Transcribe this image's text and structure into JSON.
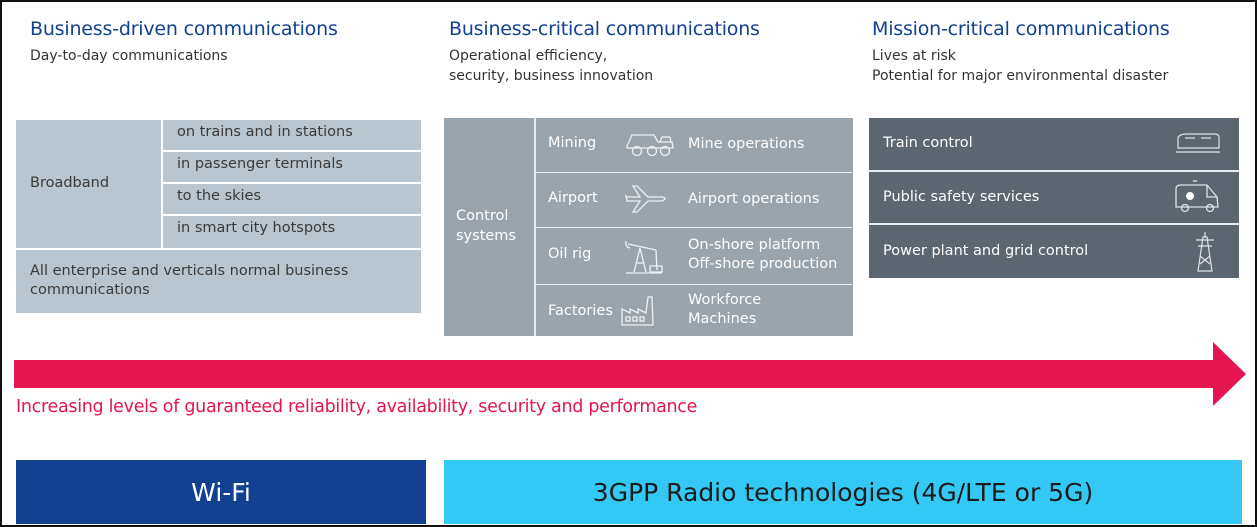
{
  "columns": [
    {
      "title": "Business-driven communications",
      "subtitle_lines": [
        "Day-to-day communications"
      ]
    },
    {
      "title": "Business-critical communications",
      "subtitle_lines": [
        "Operational efficiency,",
        "security, business innovation"
      ]
    },
    {
      "title": "Mission-critical communications",
      "subtitle_lines": [
        "Lives at risk",
        "Potential for major environmental disaster"
      ]
    }
  ],
  "business_driven": {
    "broadband_label": "Broadband",
    "broadband_items": [
      "on trains and in stations",
      "in passenger terminals",
      "to the skies",
      "in smart city hotspots"
    ],
    "enterprise_lines": [
      "All enterprise and verticals normal business",
      "communications"
    ]
  },
  "business_critical": {
    "control_lines": [
      "Control",
      "systems"
    ],
    "rows": [
      {
        "domain": "Mining",
        "icon": "mining-truck-icon",
        "operation_lines": [
          "Mine operations"
        ]
      },
      {
        "domain": "Airport",
        "icon": "airplane-icon",
        "operation_lines": [
          "Airport operations"
        ]
      },
      {
        "domain": "Oil rig",
        "icon": "oil-pump-icon",
        "operation_lines": [
          "On-shore platform",
          "Off-shore production"
        ]
      },
      {
        "domain": "Factories",
        "icon": "factory-icon",
        "operation_lines": [
          "Workforce",
          "Machines"
        ]
      }
    ]
  },
  "mission_critical": {
    "rows": [
      {
        "label": "Train control",
        "icon": "train-icon"
      },
      {
        "label": "Public safety services",
        "icon": "ambulance-icon"
      },
      {
        "label": "Power plant and grid control",
        "icon": "power-pylon-icon"
      }
    ]
  },
  "arrow_caption": "Increasing levels of guaranteed reliability, availability, security and performance",
  "technologies": {
    "wifi_label": "Wi-Fi",
    "gpp_label": "3GPP Radio technologies (4G/LTE or 5G)"
  },
  "colors": {
    "title_blue": "#124191",
    "arrow_red": "#e5154f",
    "wifi_blue": "#124191",
    "gpp_cyan": "#34c8f4",
    "light_gray_box": "#b9c6cf",
    "mid_gray_box": "#99a4ad",
    "dark_gray_box": "#5b6670"
  }
}
